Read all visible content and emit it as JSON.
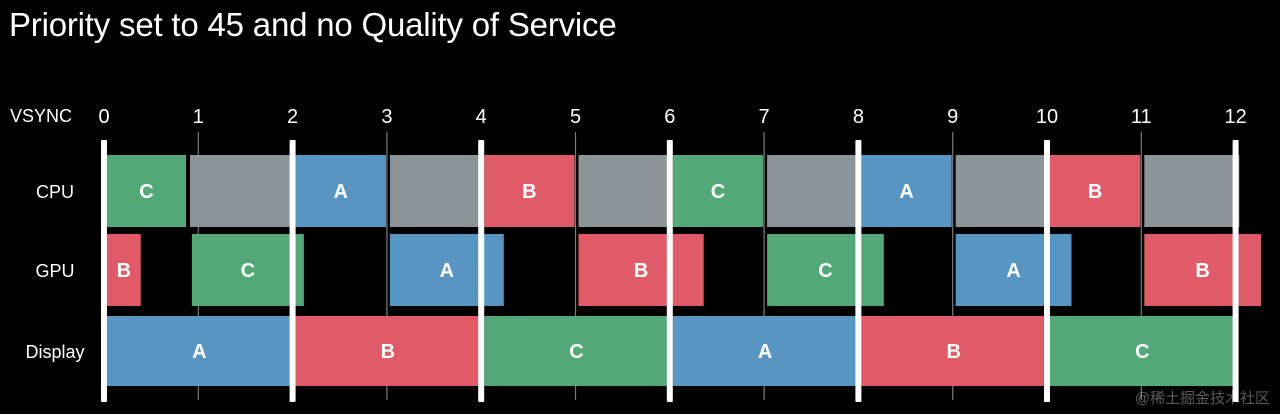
{
  "title": "Priority set to 45 and no Quality of Service",
  "vsync_label": "VSYNC",
  "ticks": [
    "0",
    "1",
    "2",
    "3",
    "4",
    "5",
    "6",
    "7",
    "8",
    "9",
    "10",
    "11",
    "12"
  ],
  "colors": {
    "A": "#5796c3",
    "B": "#e05a67",
    "C": "#52a877",
    "idle": "#8a9499"
  },
  "lanes": [
    {
      "key": "cpu",
      "label": "CPU",
      "segments": [
        {
          "start": 0.0,
          "end": 0.88,
          "frame": "C"
        },
        {
          "start": 0.88,
          "end": 2.0,
          "frame": "idle"
        },
        {
          "start": 2.0,
          "end": 3.0,
          "frame": "A"
        },
        {
          "start": 3.0,
          "end": 4.0,
          "frame": "idle"
        },
        {
          "start": 4.0,
          "end": 5.0,
          "frame": "B"
        },
        {
          "start": 5.0,
          "end": 6.0,
          "frame": "idle"
        },
        {
          "start": 6.0,
          "end": 7.0,
          "frame": "C"
        },
        {
          "start": 7.0,
          "end": 8.0,
          "frame": "idle"
        },
        {
          "start": 8.0,
          "end": 9.0,
          "frame": "A"
        },
        {
          "start": 9.0,
          "end": 10.0,
          "frame": "idle"
        },
        {
          "start": 10.0,
          "end": 11.0,
          "frame": "B"
        },
        {
          "start": 11.0,
          "end": 12.05,
          "frame": "idle"
        }
      ]
    },
    {
      "key": "gpu",
      "label": "GPU",
      "segments": [
        {
          "start": 0.0,
          "end": 0.4,
          "frame": "B"
        },
        {
          "start": 0.9,
          "end": 2.13,
          "frame": "C"
        },
        {
          "start": 3.0,
          "end": 4.25,
          "frame": "A"
        },
        {
          "start": 5.0,
          "end": 6.37,
          "frame": "B"
        },
        {
          "start": 7.0,
          "end": 8.28,
          "frame": "C"
        },
        {
          "start": 9.0,
          "end": 10.27,
          "frame": "A"
        },
        {
          "start": 11.0,
          "end": 12.28,
          "frame": "B"
        }
      ]
    },
    {
      "key": "display",
      "label": "Display",
      "segments": [
        {
          "start": 0.0,
          "end": 2.0,
          "frame": "A"
        },
        {
          "start": 2.0,
          "end": 4.0,
          "frame": "B"
        },
        {
          "start": 4.0,
          "end": 6.0,
          "frame": "C"
        },
        {
          "start": 6.0,
          "end": 8.0,
          "frame": "A"
        },
        {
          "start": 8.0,
          "end": 10.0,
          "frame": "B"
        },
        {
          "start": 10.0,
          "end": 12.0,
          "frame": "C"
        }
      ]
    }
  ],
  "watermark": "@稀土掘金技术社区"
}
